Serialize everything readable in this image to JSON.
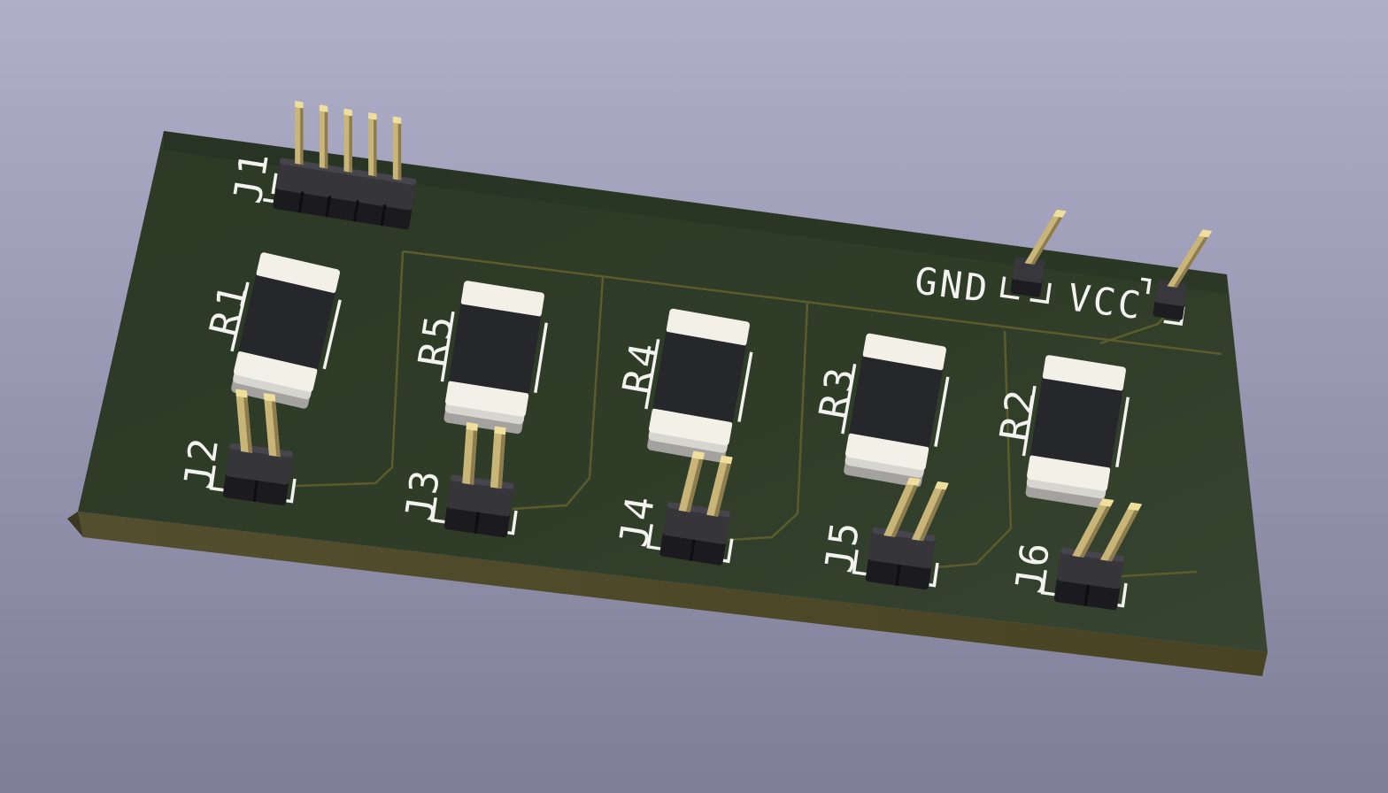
{
  "scene": {
    "type": "pcb-3d-render",
    "background_gradient": {
      "top": "#b0afc9",
      "bottom": "#7e7e98"
    },
    "board": {
      "soldermask_color": "#2e3c28",
      "edge_color": "#4f4a2b",
      "trace_color": "#5d5f2b",
      "silkscreen_color": "#f2f2ee"
    }
  },
  "components": {
    "connectors": [
      {
        "ref": "J1",
        "type": "pin-header-1x5"
      },
      {
        "ref": "J2",
        "type": "pin-header-1x2"
      },
      {
        "ref": "J3",
        "type": "pin-header-1x2"
      },
      {
        "ref": "J4",
        "type": "pin-header-1x2"
      },
      {
        "ref": "J5",
        "type": "pin-header-1x2"
      },
      {
        "ref": "J6",
        "type": "pin-header-1x2"
      }
    ],
    "resistors": [
      {
        "ref": "R1"
      },
      {
        "ref": "R2"
      },
      {
        "ref": "R3"
      },
      {
        "ref": "R4"
      },
      {
        "ref": "R5"
      }
    ],
    "power_pins": [
      {
        "ref": "GND"
      },
      {
        "ref": "VCC"
      }
    ],
    "pin_colors": {
      "gold_light": "#c9b577",
      "gold_dark": "#8d7c4e",
      "gold_top": "#eee09c"
    },
    "plastic_colors": {
      "top": "#35353a",
      "front": "#1b1b1f"
    },
    "resistor_colors": {
      "body": "#25272b",
      "cap": "#f3f0e8"
    }
  }
}
